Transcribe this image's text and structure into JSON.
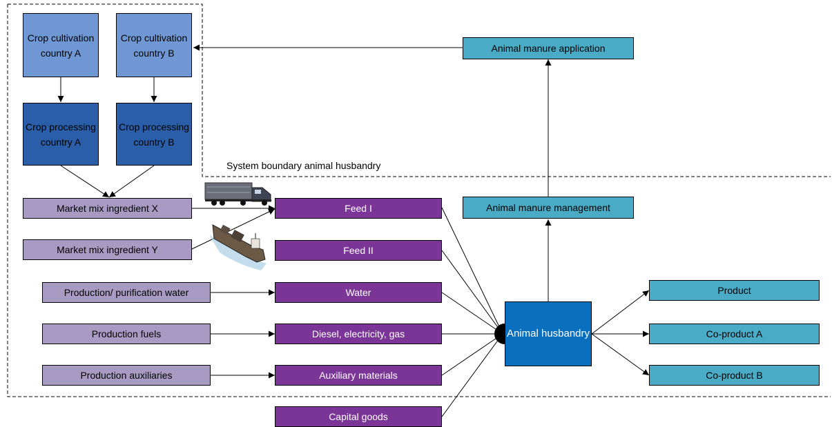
{
  "crop": {
    "cult_a": "Crop cultivation country A",
    "cult_b": "Crop cultivation country B",
    "proc_a": "Crop processing country A",
    "proc_b": "Crop processing country B"
  },
  "boundary_label": "System boundary animal husbandry",
  "market": {
    "x": "Market mix ingredient X",
    "y": "Market mix ingredient Y"
  },
  "sources": {
    "water": "Production/ purification water",
    "fuels": "Production fuels",
    "aux": "Production auxiliaries"
  },
  "inputs": {
    "feed1": "Feed I",
    "feed2": "Feed II",
    "water": "Water",
    "energy": "Diesel, electricity, gas",
    "aux": "Auxiliary materials",
    "capital": "Capital goods"
  },
  "center": "Animal husbandry",
  "manure": {
    "application": "Animal manure application",
    "management": "Animal manure management"
  },
  "outputs": {
    "product": "Product",
    "coA": "Co-product A",
    "coB": "Co-product B"
  },
  "icons": [
    "truck-icon",
    "ship-icon"
  ],
  "colors": {
    "crop_cultivation": "#6f97d4",
    "crop_processing": "#2b5ea8",
    "market_source": "#a89ac2",
    "inputs": "#7a3597",
    "outputs_manure": "#4aabc6",
    "husbandry": "#0b6fbf"
  }
}
